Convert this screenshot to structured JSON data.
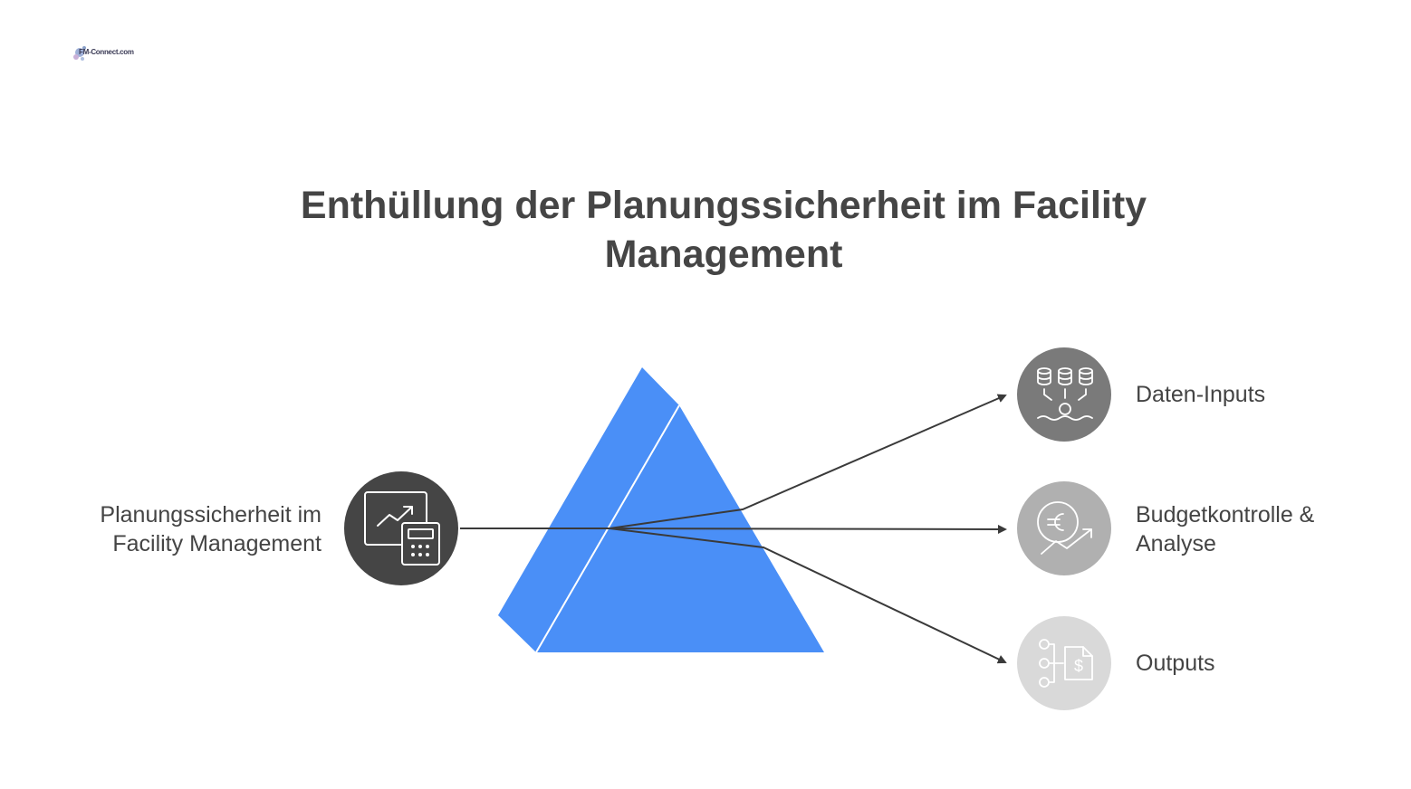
{
  "logo": {
    "text": "FM-Connect.com"
  },
  "title": "Enthüllung der Planungssicherheit im Facility Management",
  "input": {
    "label_line1": "Planungssicherheit im",
    "label_line2": "Facility Management",
    "icon": "chart-calculator-icon"
  },
  "outputs": [
    {
      "label_line1": "Daten-Inputs",
      "label_line2": "",
      "icon": "databases-gear-icon",
      "color": "#7a7a7a"
    },
    {
      "label_line1": "Budgetkontrolle &",
      "label_line2": "Analyse",
      "icon": "euro-trend-icon",
      "color": "#b0b0b0"
    },
    {
      "label_line1": "Outputs",
      "label_line2": "",
      "icon": "flow-dollar-document-icon",
      "color": "#d9d9d9"
    }
  ],
  "colors": {
    "prism": "#4a8ff7",
    "input_circle": "#454545",
    "arrow": "#3a3a3a",
    "text": "#444444"
  }
}
